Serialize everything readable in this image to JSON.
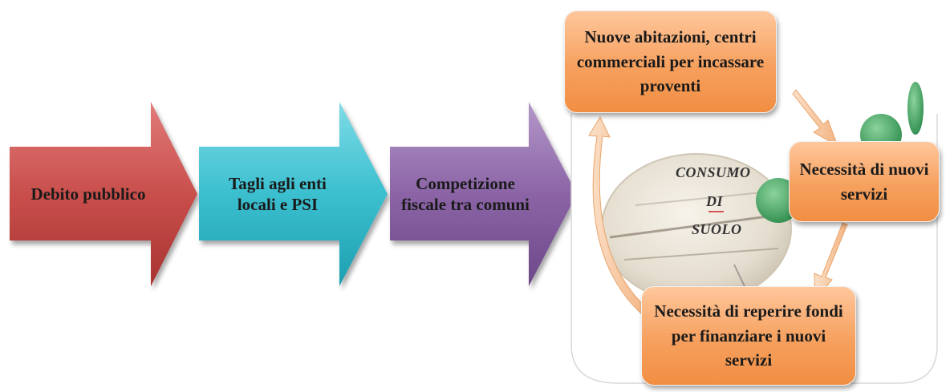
{
  "chevrons": [
    {
      "label": "Debito pubblico",
      "color": "#c9514f"
    },
    {
      "label": "Tagli agli enti locali e PSI",
      "color": "#3bbfcf"
    },
    {
      "label": "Competizione fiscale tra comuni",
      "color": "#8b64a6"
    }
  ],
  "cycle": {
    "center_lines": [
      "CONSUMO",
      "DI",
      "SUOLO"
    ],
    "boxes": {
      "top": "Nuove abitazioni, centri commerciali per incassare proventi",
      "right": "Necessità di nuovi servizi",
      "bottom": "Necessità di reperire fondi per finanziare i nuovi servizi"
    },
    "box_color": "#f59b53"
  }
}
